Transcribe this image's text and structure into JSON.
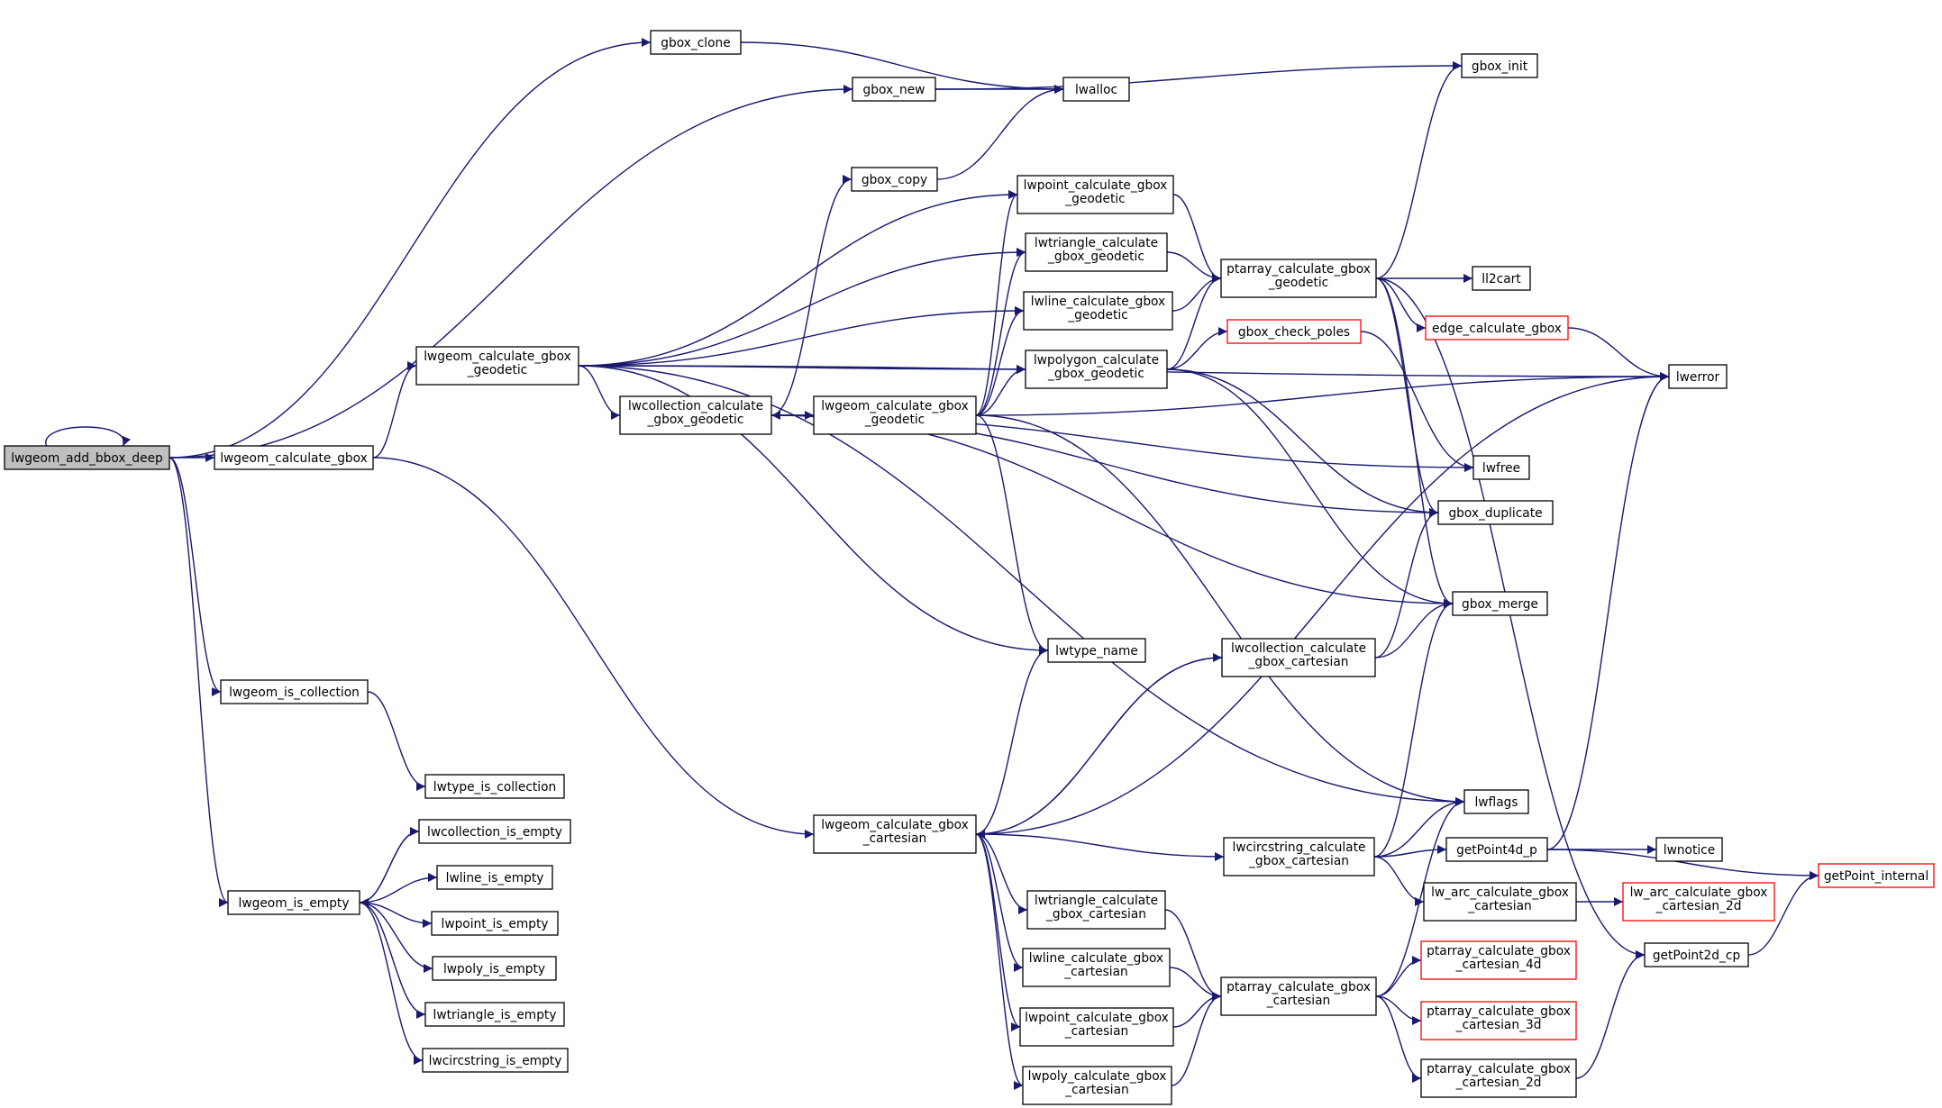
{
  "colors": {
    "edge": "#191970",
    "node_border": "#000000",
    "node_border_red": "#ff0000",
    "root_fill": "#bfbfbf",
    "node_fill": "#ffffff"
  },
  "nodes": {
    "lwgeom_add_bbox_deep": {
      "lines": [
        "lwgeom_add_bbox_deep"
      ],
      "root": true
    },
    "lwgeom_calculate_gbox": {
      "lines": [
        "lwgeom_calculate_gbox"
      ]
    },
    "gbox_clone": {
      "lines": [
        "gbox_clone"
      ]
    },
    "gbox_new": {
      "lines": [
        "gbox_new"
      ]
    },
    "lwalloc": {
      "lines": [
        "lwalloc"
      ]
    },
    "gbox_init": {
      "lines": [
        "gbox_init"
      ]
    },
    "gbox_copy": {
      "lines": [
        "gbox_copy"
      ]
    },
    "lwgeom_calculate_gbox_geodetic": {
      "lines": [
        "lwgeom_calculate_gbox",
        "_geodetic"
      ]
    },
    "lwpoint_calculate_gbox_geodetic": {
      "lines": [
        "lwpoint_calculate_gbox",
        "_geodetic"
      ]
    },
    "lwtriangle_calculate_gbox_geodetic": {
      "lines": [
        "lwtriangle_calculate",
        "_gbox_geodetic"
      ]
    },
    "lwline_calculate_gbox_geodetic": {
      "lines": [
        "lwline_calculate_gbox",
        "_geodetic"
      ]
    },
    "lwpolygon_calculate_gbox_geodetic": {
      "lines": [
        "lwpolygon_calculate",
        "_gbox_geodetic"
      ]
    },
    "lwcollection_calculate_gbox_geodetic": {
      "lines": [
        "lwcollection_calculate",
        "_gbox_geodetic"
      ]
    },
    "lwgeom_calculate_gbox_geodetic_2": {
      "lines": [
        "lwgeom_calculate_gbox",
        "_geodetic"
      ]
    },
    "ptarray_calculate_gbox_geodetic": {
      "lines": [
        "ptarray_calculate_gbox",
        "_geodetic"
      ]
    },
    "ll2cart": {
      "lines": [
        "ll2cart"
      ]
    },
    "edge_calculate_gbox": {
      "lines": [
        "edge_calculate_gbox"
      ],
      "red": true
    },
    "gbox_check_poles": {
      "lines": [
        "gbox_check_poles"
      ],
      "red": true
    },
    "lwerror": {
      "lines": [
        "lwerror"
      ]
    },
    "lwfree": {
      "lines": [
        "lwfree"
      ]
    },
    "gbox_duplicate": {
      "lines": [
        "gbox_duplicate"
      ]
    },
    "gbox_merge": {
      "lines": [
        "gbox_merge"
      ]
    },
    "lwtype_name": {
      "lines": [
        "lwtype_name"
      ]
    },
    "lwcollection_calculate_gbox_cartesian": {
      "lines": [
        "lwcollection_calculate",
        "_gbox_cartesian"
      ]
    },
    "lwgeom_is_collection": {
      "lines": [
        "lwgeom_is_collection"
      ]
    },
    "lwtype_is_collection": {
      "lines": [
        "lwtype_is_collection"
      ]
    },
    "lwflags": {
      "lines": [
        "lwflags"
      ]
    },
    "lwgeom_calculate_gbox_cartesian": {
      "lines": [
        "lwgeom_calculate_gbox",
        "_cartesian"
      ]
    },
    "lwcircstring_calculate_gbox_cartesian": {
      "lines": [
        "lwcircstring_calculate",
        "_gbox_cartesian"
      ]
    },
    "getPoint4d_p": {
      "lines": [
        "getPoint4d_p"
      ]
    },
    "lwnotice": {
      "lines": [
        "lwnotice"
      ]
    },
    "getPoint_internal": {
      "lines": [
        "getPoint_internal"
      ],
      "red": true
    },
    "lwcollection_is_empty": {
      "lines": [
        "lwcollection_is_empty"
      ]
    },
    "lwgeom_is_empty": {
      "lines": [
        "lwgeom_is_empty"
      ]
    },
    "lwline_is_empty": {
      "lines": [
        "lwline_is_empty"
      ]
    },
    "lwpoint_is_empty": {
      "lines": [
        "lwpoint_is_empty"
      ]
    },
    "lwpoly_is_empty": {
      "lines": [
        "lwpoly_is_empty"
      ]
    },
    "lwtriangle_is_empty": {
      "lines": [
        "lwtriangle_is_empty"
      ]
    },
    "lwcircstring_is_empty": {
      "lines": [
        "lwcircstring_is_empty"
      ]
    },
    "lw_arc_calculate_gbox_cartesian": {
      "lines": [
        "lw_arc_calculate_gbox",
        "_cartesian"
      ]
    },
    "lw_arc_calculate_gbox_cartesian_2d": {
      "lines": [
        "lw_arc_calculate_gbox",
        "_cartesian_2d"
      ],
      "red": true
    },
    "lwtriangle_calculate_gbox_cartesian": {
      "lines": [
        "lwtriangle_calculate",
        "_gbox_cartesian"
      ]
    },
    "lwline_calculate_gbox_cartesian": {
      "lines": [
        "lwline_calculate_gbox",
        "_cartesian"
      ]
    },
    "lwpoint_calculate_gbox_cartesian": {
      "lines": [
        "lwpoint_calculate_gbox",
        "_cartesian"
      ]
    },
    "lwpoly_calculate_gbox_cartesian": {
      "lines": [
        "lwpoly_calculate_gbox",
        "_cartesian"
      ]
    },
    "ptarray_calculate_gbox_cartesian": {
      "lines": [
        "ptarray_calculate_gbox",
        "_cartesian"
      ]
    },
    "ptarray_calculate_gbox_cartesian_4d": {
      "lines": [
        "ptarray_calculate_gbox",
        "_cartesian_4d"
      ],
      "red": true
    },
    "ptarray_calculate_gbox_cartesian_3d": {
      "lines": [
        "ptarray_calculate_gbox",
        "_cartesian_3d"
      ],
      "red": true
    },
    "ptarray_calculate_gbox_cartesian_2d": {
      "lines": [
        "ptarray_calculate_gbox",
        "_cartesian_2d"
      ]
    },
    "getPoint2d_cp": {
      "lines": [
        "getPoint2d_cp"
      ]
    }
  },
  "edges": [
    [
      "lwgeom_add_bbox_deep",
      "lwgeom_add_bbox_deep"
    ],
    [
      "lwgeom_add_bbox_deep",
      "gbox_clone"
    ],
    [
      "lwgeom_add_bbox_deep",
      "gbox_new"
    ],
    [
      "lwgeom_add_bbox_deep",
      "lwgeom_calculate_gbox"
    ],
    [
      "lwgeom_add_bbox_deep",
      "lwgeom_is_collection"
    ],
    [
      "lwgeom_add_bbox_deep",
      "lwgeom_is_empty"
    ],
    [
      "gbox_clone",
      "lwalloc"
    ],
    [
      "gbox_new",
      "lwalloc"
    ],
    [
      "gbox_new",
      "gbox_init"
    ],
    [
      "gbox_copy",
      "lwalloc"
    ],
    [
      "lwgeom_calculate_gbox",
      "lwgeom_calculate_gbox_geodetic"
    ],
    [
      "lwgeom_calculate_gbox",
      "lwgeom_calculate_gbox_cartesian"
    ],
    [
      "lwgeom_calculate_gbox_geodetic",
      "lwerror"
    ],
    [
      "lwgeom_calculate_gbox_geodetic",
      "lwpoint_calculate_gbox_geodetic"
    ],
    [
      "lwgeom_calculate_gbox_geodetic",
      "lwtriangle_calculate_gbox_geodetic"
    ],
    [
      "lwgeom_calculate_gbox_geodetic",
      "lwline_calculate_gbox_geodetic"
    ],
    [
      "lwgeom_calculate_gbox_geodetic",
      "lwpolygon_calculate_gbox_geodetic"
    ],
    [
      "lwgeom_calculate_gbox_geodetic",
      "lwcollection_calculate_gbox_geodetic"
    ],
    [
      "lwgeom_calculate_gbox_geodetic",
      "lwtype_name"
    ],
    [
      "lwgeom_calculate_gbox_geodetic",
      "lwflags"
    ],
    [
      "lwcollection_calculate_gbox_geodetic",
      "gbox_copy"
    ],
    [
      "lwcollection_calculate_gbox_geodetic",
      "lwgeom_calculate_gbox_geodetic_2"
    ],
    [
      "lwcollection_calculate_gbox_geodetic",
      "lwfree"
    ],
    [
      "lwcollection_calculate_gbox_geodetic",
      "gbox_duplicate"
    ],
    [
      "lwcollection_calculate_gbox_geodetic",
      "gbox_merge"
    ],
    [
      "lwgeom_calculate_gbox_geodetic_2",
      "lwcollection_calculate_gbox_geodetic"
    ],
    [
      "lwgeom_calculate_gbox_geodetic_2",
      "lwpoint_calculate_gbox_geodetic"
    ],
    [
      "lwgeom_calculate_gbox_geodetic_2",
      "lwtriangle_calculate_gbox_geodetic"
    ],
    [
      "lwgeom_calculate_gbox_geodetic_2",
      "lwline_calculate_gbox_geodetic"
    ],
    [
      "lwgeom_calculate_gbox_geodetic_2",
      "lwpolygon_calculate_gbox_geodetic"
    ],
    [
      "lwgeom_calculate_gbox_geodetic_2",
      "lwerror"
    ],
    [
      "lwgeom_calculate_gbox_geodetic_2",
      "lwtype_name"
    ],
    [
      "lwgeom_calculate_gbox_geodetic_2",
      "lwflags"
    ],
    [
      "lwpoint_calculate_gbox_geodetic",
      "ptarray_calculate_gbox_geodetic"
    ],
    [
      "lwtriangle_calculate_gbox_geodetic",
      "ptarray_calculate_gbox_geodetic"
    ],
    [
      "lwline_calculate_gbox_geodetic",
      "ptarray_calculate_gbox_geodetic"
    ],
    [
      "lwpolygon_calculate_gbox_geodetic",
      "ptarray_calculate_gbox_geodetic"
    ],
    [
      "lwpolygon_calculate_gbox_geodetic",
      "gbox_check_poles"
    ],
    [
      "lwpolygon_calculate_gbox_geodetic",
      "gbox_duplicate"
    ],
    [
      "lwpolygon_calculate_gbox_geodetic",
      "gbox_merge"
    ],
    [
      "ptarray_calculate_gbox_geodetic",
      "gbox_init"
    ],
    [
      "ptarray_calculate_gbox_geodetic",
      "ll2cart"
    ],
    [
      "ptarray_calculate_gbox_geodetic",
      "edge_calculate_gbox"
    ],
    [
      "ptarray_calculate_gbox_geodetic",
      "gbox_duplicate"
    ],
    [
      "ptarray_calculate_gbox_geodetic",
      "gbox_merge"
    ],
    [
      "ptarray_calculate_gbox_geodetic",
      "getPoint2d_cp"
    ],
    [
      "edge_calculate_gbox",
      "lwerror"
    ],
    [
      "gbox_check_poles",
      "lwfree"
    ],
    [
      "lwgeom_is_collection",
      "lwtype_is_collection"
    ],
    [
      "lwgeom_is_empty",
      "lwcollection_is_empty"
    ],
    [
      "lwcollection_is_empty",
      "lwgeom_is_empty"
    ],
    [
      "lwgeom_is_empty",
      "lwline_is_empty"
    ],
    [
      "lwgeom_is_empty",
      "lwpoint_is_empty"
    ],
    [
      "lwgeom_is_empty",
      "lwpoly_is_empty"
    ],
    [
      "lwgeom_is_empty",
      "lwtriangle_is_empty"
    ],
    [
      "lwgeom_is_empty",
      "lwcircstring_is_empty"
    ],
    [
      "lwgeom_calculate_gbox_cartesian",
      "lwtype_name"
    ],
    [
      "lwgeom_calculate_gbox_cartesian",
      "lwcollection_calculate_gbox_cartesian"
    ],
    [
      "lwcollection_calculate_gbox_cartesian",
      "lwgeom_calculate_gbox_cartesian"
    ],
    [
      "lwgeom_calculate_gbox_cartesian",
      "lwerror"
    ],
    [
      "lwgeom_calculate_gbox_cartesian",
      "lwcircstring_calculate_gbox_cartesian"
    ],
    [
      "lwgeom_calculate_gbox_cartesian",
      "lwtriangle_calculate_gbox_cartesian"
    ],
    [
      "lwgeom_calculate_gbox_cartesian",
      "lwline_calculate_gbox_cartesian"
    ],
    [
      "lwgeom_calculate_gbox_cartesian",
      "lwpoint_calculate_gbox_cartesian"
    ],
    [
      "lwgeom_calculate_gbox_cartesian",
      "lwpoly_calculate_gbox_cartesian"
    ],
    [
      "lwcollection_calculate_gbox_cartesian",
      "gbox_duplicate"
    ],
    [
      "lwcollection_calculate_gbox_cartesian",
      "gbox_merge"
    ],
    [
      "lwcircstring_calculate_gbox_cartesian",
      "lwflags"
    ],
    [
      "lwcircstring_calculate_gbox_cartesian",
      "gbox_merge"
    ],
    [
      "lwcircstring_calculate_gbox_cartesian",
      "getPoint4d_p"
    ],
    [
      "lwcircstring_calculate_gbox_cartesian",
      "lw_arc_calculate_gbox_cartesian"
    ],
    [
      "getPoint4d_p",
      "lwerror"
    ],
    [
      "getPoint4d_p",
      "lwnotice"
    ],
    [
      "getPoint4d_p",
      "getPoint_internal"
    ],
    [
      "lw_arc_calculate_gbox_cartesian",
      "lw_arc_calculate_gbox_cartesian_2d"
    ],
    [
      "lwtriangle_calculate_gbox_cartesian",
      "ptarray_calculate_gbox_cartesian"
    ],
    [
      "lwline_calculate_gbox_cartesian",
      "ptarray_calculate_gbox_cartesian"
    ],
    [
      "lwpoint_calculate_gbox_cartesian",
      "ptarray_calculate_gbox_cartesian"
    ],
    [
      "lwpoly_calculate_gbox_cartesian",
      "ptarray_calculate_gbox_cartesian"
    ],
    [
      "ptarray_calculate_gbox_cartesian",
      "lwflags"
    ],
    [
      "ptarray_calculate_gbox_cartesian",
      "ptarray_calculate_gbox_cartesian_4d"
    ],
    [
      "ptarray_calculate_gbox_cartesian",
      "ptarray_calculate_gbox_cartesian_3d"
    ],
    [
      "ptarray_calculate_gbox_cartesian",
      "ptarray_calculate_gbox_cartesian_2d"
    ],
    [
      "ptarray_calculate_gbox_cartesian_2d",
      "getPoint2d_cp"
    ],
    [
      "getPoint2d_cp",
      "getPoint_internal"
    ]
  ]
}
